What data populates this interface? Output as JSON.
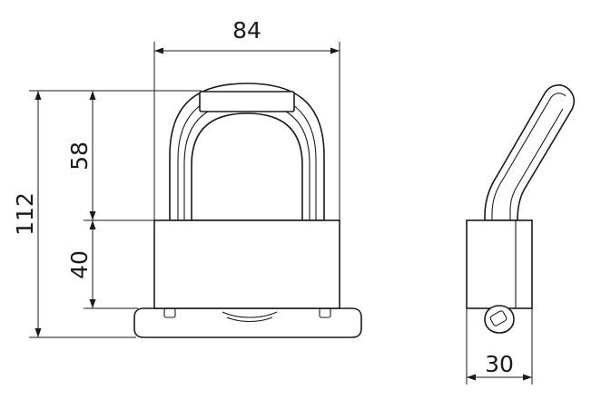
{
  "dimensions": {
    "width_label": "84",
    "total_height_label": "112",
    "shackle_height_label": "58",
    "body_height_label": "40",
    "side_thickness_label": "30"
  }
}
